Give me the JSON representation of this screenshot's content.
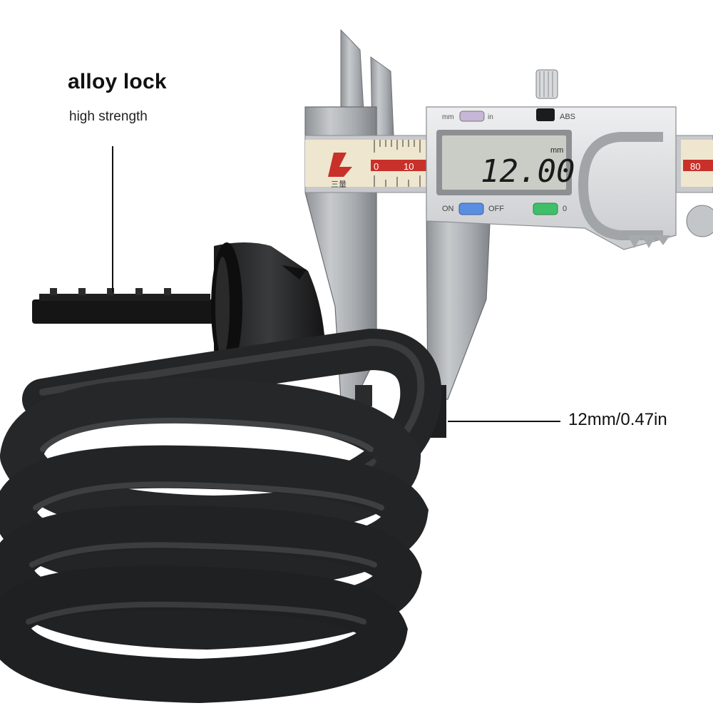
{
  "callouts": {
    "title": "alloy lock",
    "subtitle": "high strength",
    "dimension": "12mm/0.47in"
  },
  "caliper": {
    "display_reading": "12.00",
    "display_unit": "mm",
    "unit_switch_left": "mm",
    "unit_switch_right": "in",
    "abs_label": "ABS",
    "on_label": "ON",
    "off_label": "OFF",
    "zero_label": "0",
    "scale_numbers": [
      "0",
      "10",
      "80"
    ],
    "brand_text": "三量"
  },
  "icons": {
    "lock": "cable-lock-icon",
    "caliper": "digital-caliper-icon",
    "leader": "leader-line-icon"
  },
  "colors": {
    "cable": "#2a2b2d",
    "caliper_steel": "#b9bcbf",
    "lcd": "#c9cdc6",
    "scale_tape": "#efe6cf",
    "scale_red": "#c8312a",
    "on_off_button": "#5a8ee0",
    "zero_button": "#3fbf6a"
  }
}
